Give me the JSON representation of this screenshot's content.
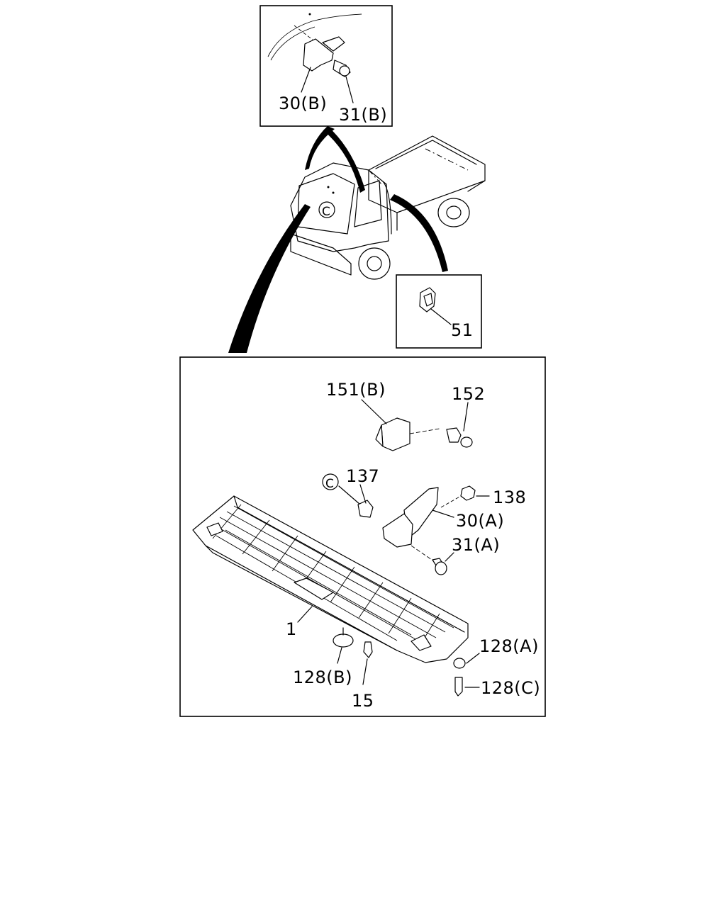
{
  "callouts": {
    "p30b": "30(B)",
    "p31b": "31(B)",
    "p51": "51",
    "p151b": "151(B)",
    "p152": "152",
    "p137": "137",
    "p138": "138",
    "p30a": "30(A)",
    "p31a": "31(A)",
    "p1": "1",
    "p128a": "128(A)",
    "p128b": "128(B)",
    "p15": "15",
    "p128c": "128(C)",
    "circle_c_truck": "C",
    "circle_c_detail": "C"
  }
}
